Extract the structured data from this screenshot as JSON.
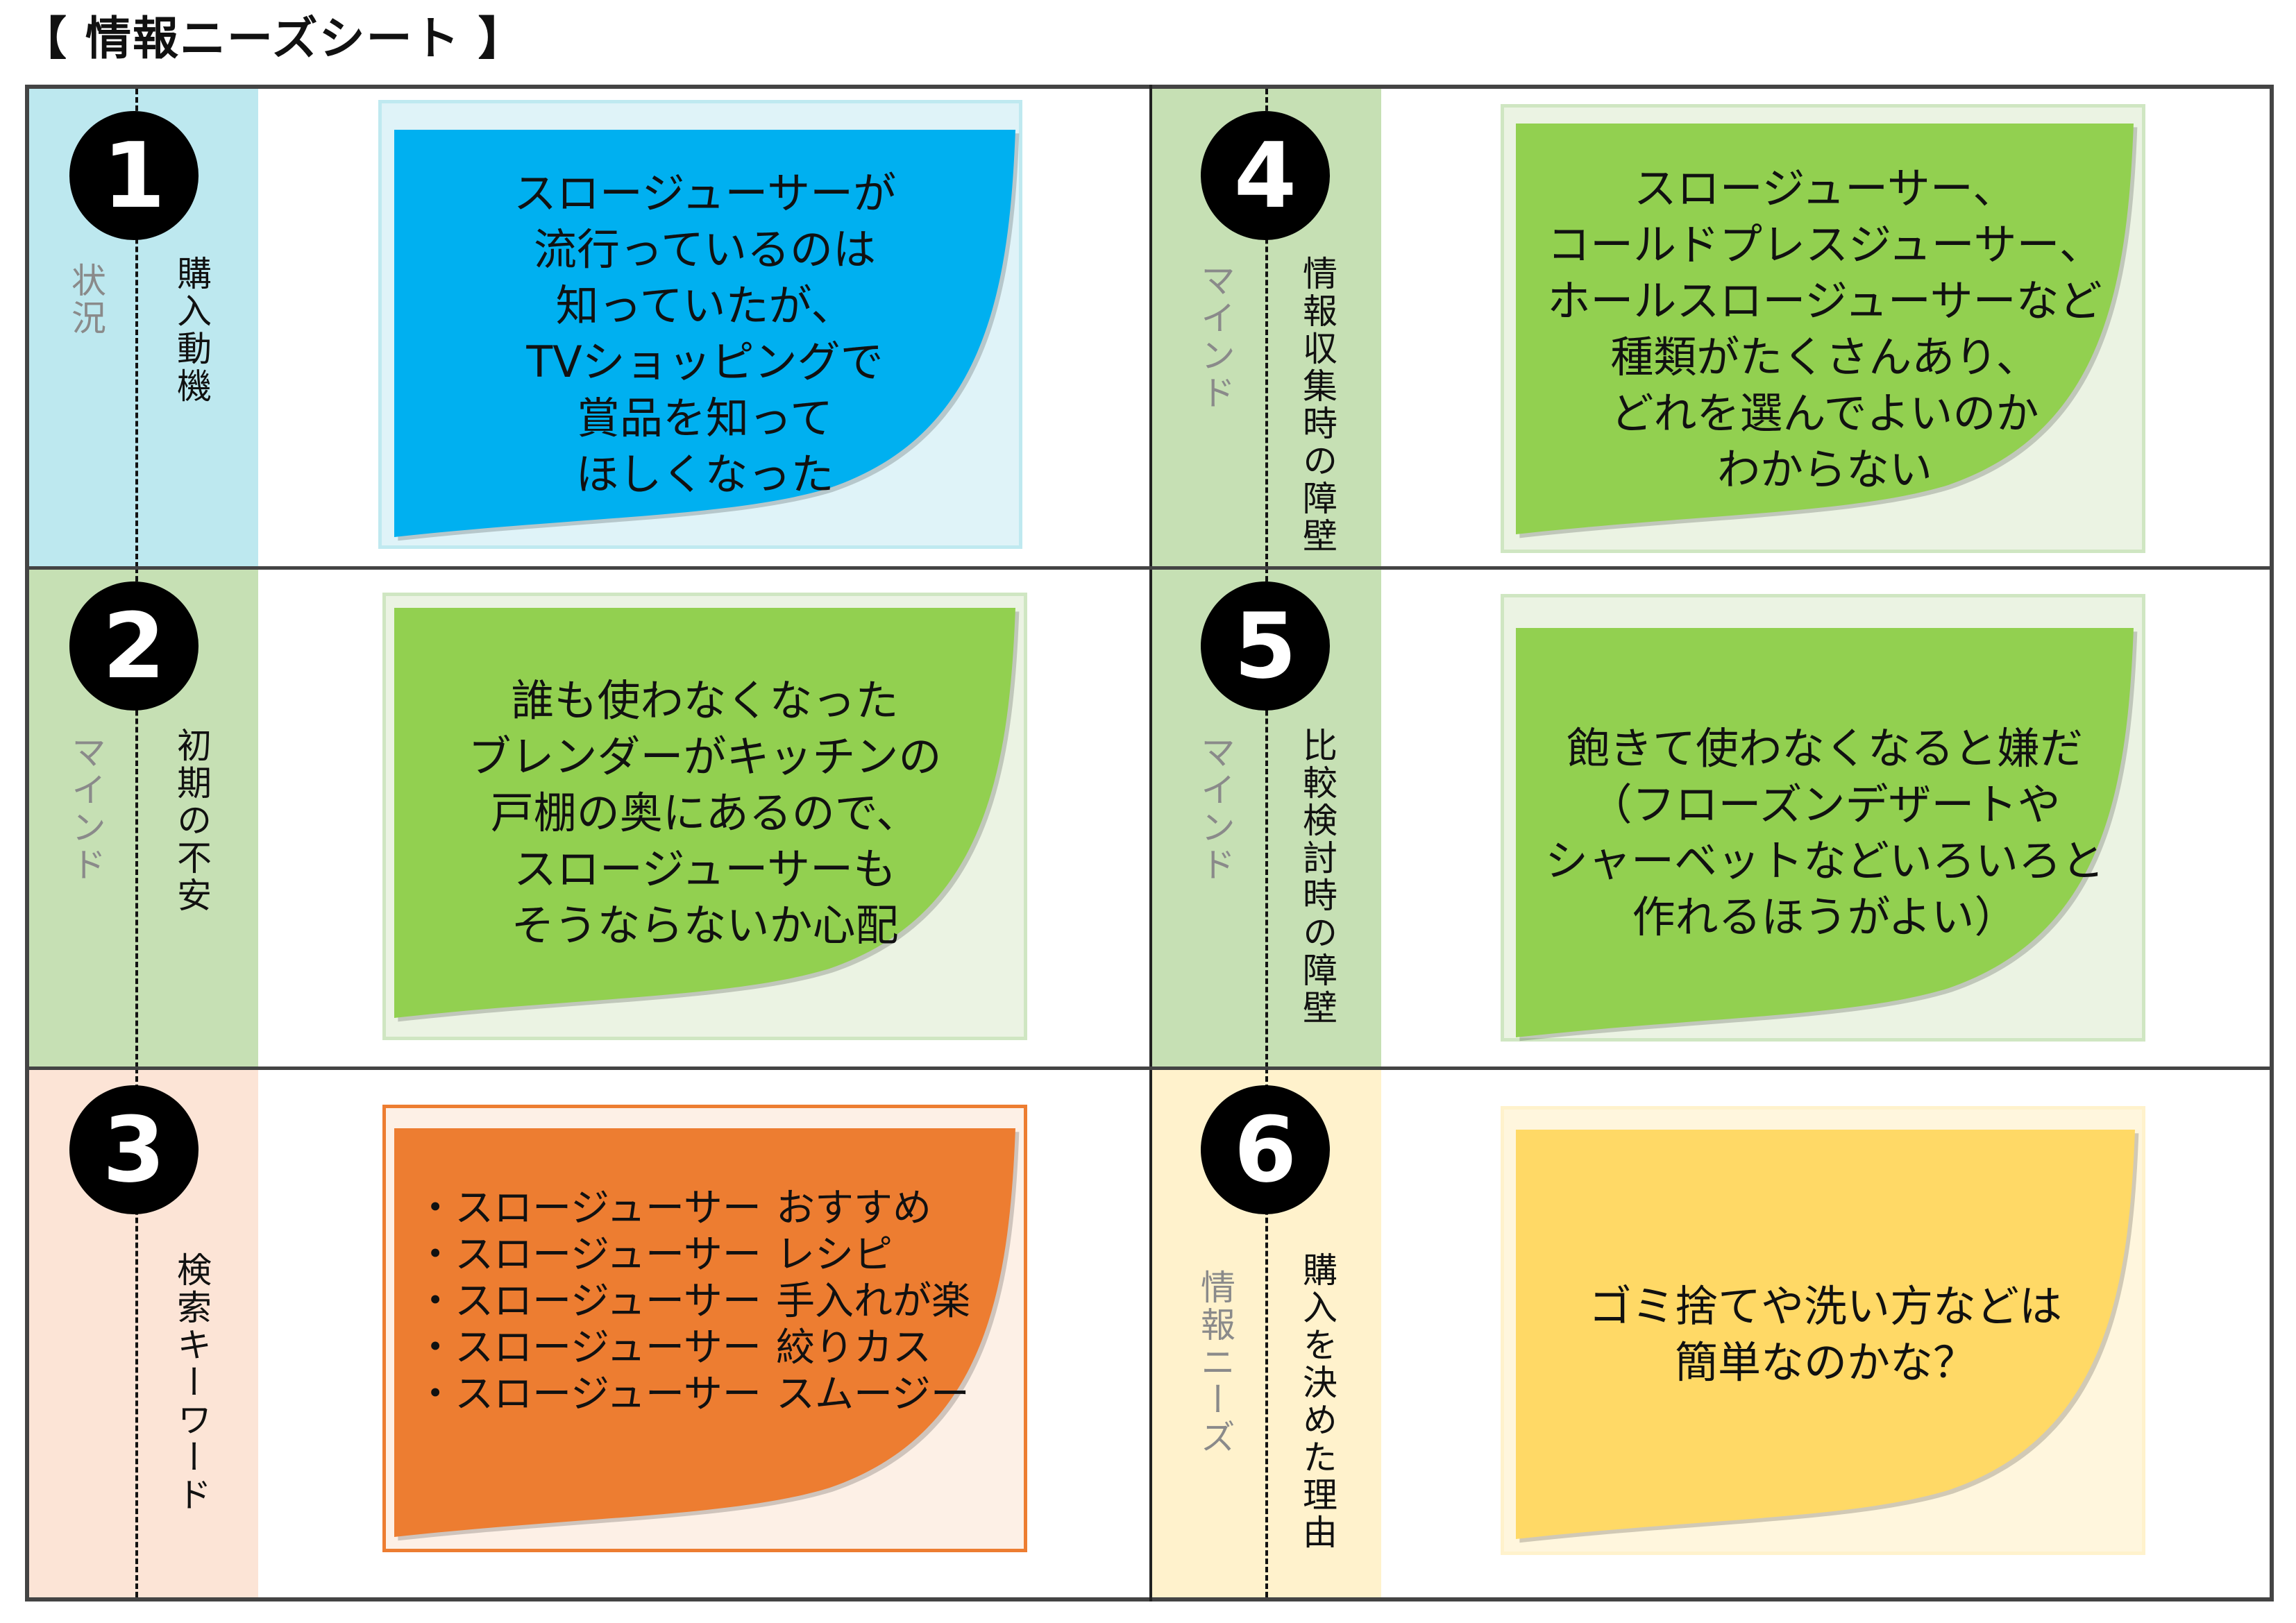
{
  "title": "【 情報ニーズシート 】",
  "cells": [
    {
      "number": "1",
      "category": "状況",
      "label": "購入動機",
      "strip": "#bde8ef",
      "box_bg": "#dff3f8",
      "box_border": "#bfe9f0",
      "note": "#00b0f0",
      "lines": [
        "スロージューサーが",
        "流行っているのは",
        "知っていたが、",
        "TVショッピングで",
        "賞品を知って",
        "ほしくなった"
      ]
    },
    {
      "number": "2",
      "category": "マインド",
      "label": "初期の不安",
      "strip": "#c6e0b4",
      "box_bg": "#ebf3e3",
      "box_border": "#cfe6c2",
      "note": "#92d050",
      "lines": [
        "誰も使わなくなった",
        "ブレンダーがキッチンの",
        "戸棚の奥にあるので、",
        "スロージューサーも",
        "そうならないか心配"
      ]
    },
    {
      "number": "3",
      "category": "",
      "label": "検索キーワード",
      "strip": "#fce4d6",
      "box_bg": "#fdf0e6",
      "box_border": "#ed7d31",
      "note": "#ed7d31",
      "list": [
        {
          "a": "・スロージューサー",
          "b": "おすすめ"
        },
        {
          "a": "・スロージューサー",
          "b": "レシピ"
        },
        {
          "a": "・スロージューサー",
          "b": "手入れが楽"
        },
        {
          "a": "・スロージューサー",
          "b": "絞りカス"
        },
        {
          "a": "・スロージューサー",
          "b": "スムージー"
        }
      ]
    },
    {
      "number": "4",
      "category": "マインド",
      "label": "情報収集時の障壁",
      "strip": "#c6e0b4",
      "box_bg": "#ebf3e3",
      "box_border": "#cfe6c2",
      "note": "#92d050",
      "lines": [
        "スロージューサー、",
        "コールドプレスジューサー、",
        "ホールスロージューサーなど",
        "種類がたくさんあり、",
        "どれを選んでよいのか",
        "わからない"
      ]
    },
    {
      "number": "5",
      "category": "マインド",
      "label": "比較検討時の障壁",
      "strip": "#c6e0b4",
      "box_bg": "#ebf3e3",
      "box_border": "#cfe6c2",
      "note": "#92d050",
      "lines": [
        "飽きて使わなくなると嫌だ",
        "（フローズンデザートや",
        "シャーベットなどいろいろと",
        "作れるほうがよい）"
      ]
    },
    {
      "number": "6",
      "category": "情報ニーズ",
      "label": "購入を決めた理由",
      "strip": "#fff2cc",
      "box_bg": "#fff6dd",
      "box_border": "#fff2cc",
      "note": "#ffd966",
      "lines": [
        "ゴミ捨てや洗い方などは",
        "簡単なのかな？"
      ]
    }
  ]
}
